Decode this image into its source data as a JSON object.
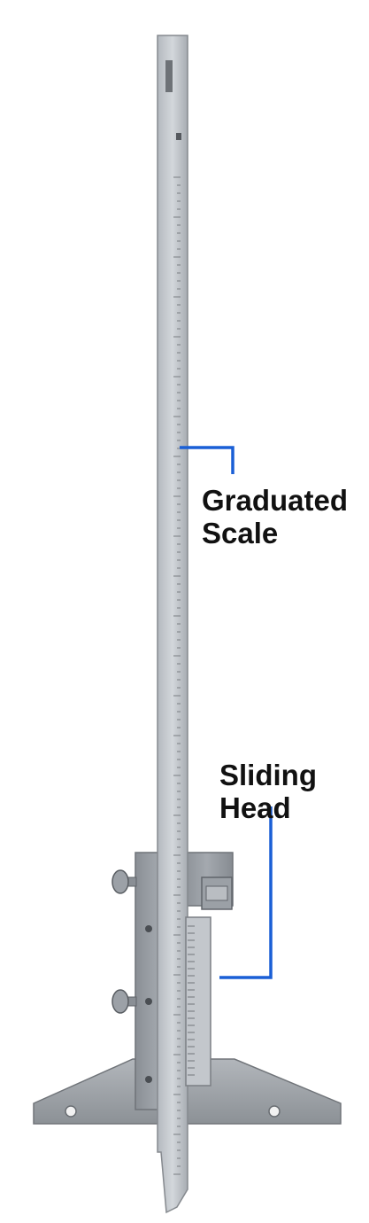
{
  "labels": {
    "graduated_scale": {
      "line1": "Graduated",
      "line2": "Scale"
    },
    "sliding_head": {
      "line1": "Sliding",
      "line2": "Head"
    }
  },
  "colors": {
    "leader_line": "#1a5fd6",
    "label_text": "#111111",
    "steel_light": "#c9cdd2",
    "steel_mid": "#a9aeb4",
    "steel_dark": "#7d8186",
    "background": "#ffffff"
  }
}
